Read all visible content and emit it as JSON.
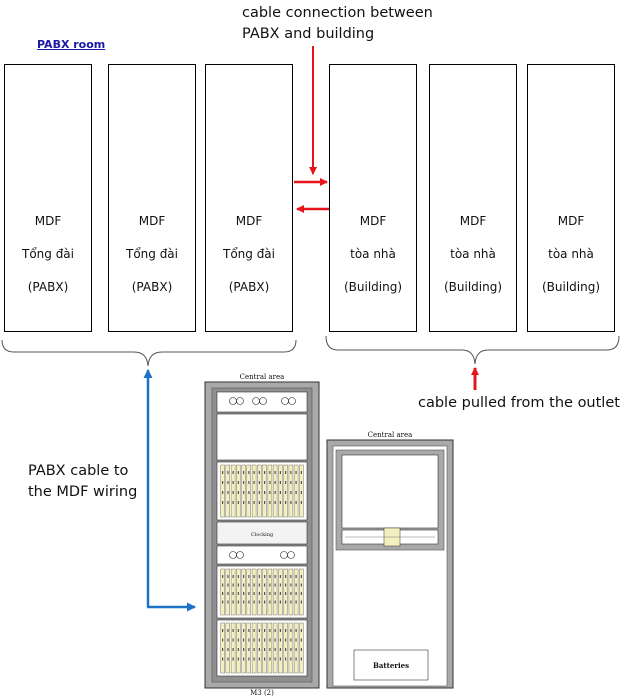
{
  "header_link": "PABX room",
  "pabx_boxes": [
    {
      "l1": "MDF",
      "l2": "Tổng đài",
      "l3": "(PABX)"
    },
    {
      "l1": "MDF",
      "l2": "Tổng đài",
      "l3": "(PABX)"
    },
    {
      "l1": "MDF",
      "l2": "Tổng đài",
      "l3": "(PABX)"
    }
  ],
  "building_boxes": [
    {
      "l1": "MDF",
      "l2": "tòa nhà",
      "l3": "(Building)"
    },
    {
      "l1": "MDF",
      "l2": "tòa nhà",
      "l3": "(Building)"
    },
    {
      "l1": "MDF",
      "l2": "tòa nhà",
      "l3": "(Building)"
    }
  ],
  "annotations": {
    "cable_connection_1": "cable connection between",
    "cable_connection_2": "PABX and building",
    "outlet": "cable pulled from the outlet",
    "pabx_cable_1": "PABX cable to",
    "pabx_cable_2": "the MDF wiring"
  },
  "cabinets": {
    "left_header": "Central area",
    "left_mid_label": "Clocking",
    "left_footer": "M3 (2)",
    "right_header": "Central area",
    "right_batteries": "Batteries"
  },
  "colors": {
    "arrow_red": "#e8141c",
    "arrow_blue": "#1c72c4",
    "cabinet_gray": "#a9a9a9",
    "card_yellow": "#f4efc0"
  }
}
